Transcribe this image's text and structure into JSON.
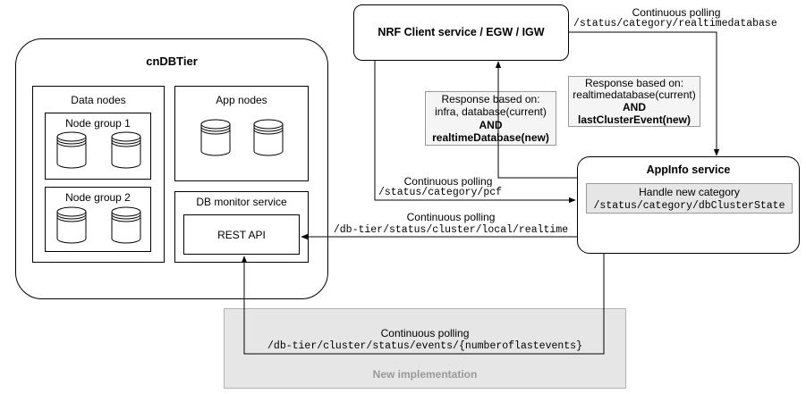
{
  "cndbtier": {
    "title": "cnDBTier",
    "data_nodes": {
      "title": "Data nodes",
      "groups": [
        {
          "label": "Node group 1"
        },
        {
          "label": "Node group 2"
        }
      ]
    },
    "app_nodes": {
      "title": "App nodes"
    },
    "db_monitor": {
      "title": "DB monitor service",
      "rest_api": "REST API"
    }
  },
  "nrf_client": {
    "title": "NRF Client service / EGW / IGW"
  },
  "appinfo": {
    "title": "AppInfo service",
    "handle": {
      "line1": "Handle new category",
      "line2": "/status/category/dbClusterState"
    }
  },
  "labels": {
    "poll_rtdb": {
      "line1": "Continuous polling",
      "line2": "/status/category/realtimedatabase"
    },
    "resp_left": {
      "line1": "Response based on:",
      "line2": "infra, database(current)",
      "line3": "AND",
      "line4": "realtimeDatabase(new)"
    },
    "resp_right": {
      "line1": "Response based on:",
      "line2": "realtimedatabase(current)",
      "line3": "AND",
      "line4": "lastClusterEvent(new)"
    },
    "poll_pcf": {
      "line1": "Continuous polling",
      "line2": "/status/category/pcf"
    },
    "poll_realtime": {
      "line1": "Continuous polling",
      "line2": "/db-tier/status/cluster/local/realtime"
    },
    "poll_events": {
      "line1": "Continuous polling",
      "line2": "/db-tier/cluster/status/events/{numberoflastevents}"
    }
  },
  "new_impl": {
    "title": "New implementation"
  }
}
